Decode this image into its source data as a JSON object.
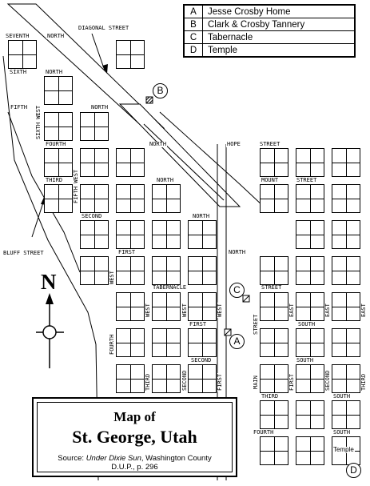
{
  "legend": [
    {
      "key": "A",
      "label": "Jesse Crosby Home"
    },
    {
      "key": "B",
      "label": "Clark & Crosby Tannery"
    },
    {
      "key": "C",
      "label": "Tabernacle"
    },
    {
      "key": "D",
      "label": "Temple"
    }
  ],
  "title": {
    "line1": "Map of",
    "line2": "St. George, Utah",
    "source_prefix": "Source: ",
    "source_italic": "Under Dixie Sun",
    "source_suffix": ", Washington County",
    "source_line2": "D.U.P., p. 296"
  },
  "compass": {
    "letter": "N"
  },
  "markers": {
    "a": "A",
    "b": "B",
    "c": "C",
    "d": "D"
  },
  "street_labels": {
    "diagonal": "DIAGONAL STREET",
    "bluff": "BLUFF STREET",
    "seventh": "SEVENTH",
    "north1": "NORTH",
    "sixth": "SIXTH",
    "north2": "NORTH",
    "fifth": "FIFTH",
    "north3": "NORTH",
    "sixth_west": "SIXTH WEST",
    "fourth": "FOURTH",
    "north4": "NORTH",
    "hope": "HOPE",
    "street_hope": "STREET",
    "third": "THIRD",
    "fifth_west": "FIFTH WEST",
    "north5": "NORTH",
    "mount": "MOUNT",
    "street_mount": "STREET",
    "second": "SECOND",
    "north6": "NORTH",
    "first": "FIRST",
    "north7": "NORTH",
    "west_a": "WEST",
    "tabernacle": "TABERNACLE",
    "street_tab": "STREET",
    "west_b": "WEST",
    "west_c": "WEST",
    "west_d": "WEST",
    "first_s": "FIRST",
    "street_main_v": "STREET",
    "east_a": "EAST",
    "east_b": "EAST",
    "east_c": "EAST",
    "south_a": "SOUTH",
    "fourth_v": "FOURTH",
    "second_s": "SECOND",
    "south_b": "SOUTH",
    "third_v": "THIRD",
    "second_v": "SECOND",
    "first_v": "FIRST",
    "main_v": "MAIN",
    "first_ev": "FIRST",
    "second_ev": "SECOND",
    "third_ev": "THIRD",
    "third_s": "THIRD",
    "south_c": "SOUTH",
    "fourth_s": "FOURTH",
    "south_d": "SOUTH",
    "temple": "Temple"
  }
}
